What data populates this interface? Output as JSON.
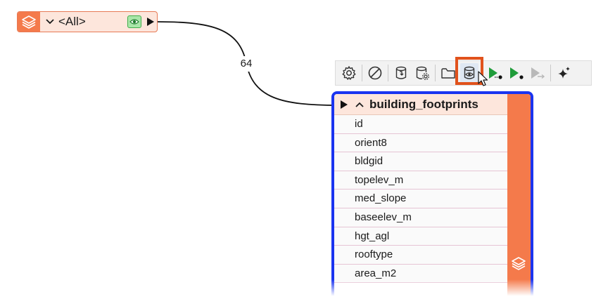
{
  "source_node": {
    "label": "<All>",
    "icons": {
      "layer": "layers-icon",
      "expand": "chevron-down-icon",
      "visibility": "eye-icon",
      "output_port": "triangle-right-icon"
    }
  },
  "connection": {
    "feature_count": "64"
  },
  "toolbar": {
    "buttons": [
      {
        "icon": "gear-icon"
      },
      {
        "icon": "disable-icon"
      },
      {
        "icon": "database-update-icon"
      },
      {
        "icon": "database-settings-icon"
      },
      {
        "icon": "folder-icon"
      },
      {
        "icon": "database-view-icon"
      },
      {
        "icon": "run-to-this-icon"
      },
      {
        "icon": "run-from-this-icon"
      },
      {
        "icon": "run-disabled-icon"
      },
      {
        "icon": "sparkle-icon"
      }
    ]
  },
  "feature_type": {
    "title": "building_footprints",
    "attributes": [
      "id",
      "orient8",
      "bldgid",
      "topelev_m",
      "med_slope",
      "baseelev_m",
      "hgt_agl",
      "rooftype",
      "area_m2"
    ]
  },
  "colors": {
    "node_orange": "#f47a4b",
    "node_header": "#fde6dc",
    "selection_blue": "#1a34f0",
    "highlight_orange": "#e1521c",
    "run_green": "#1f9c3a"
  }
}
